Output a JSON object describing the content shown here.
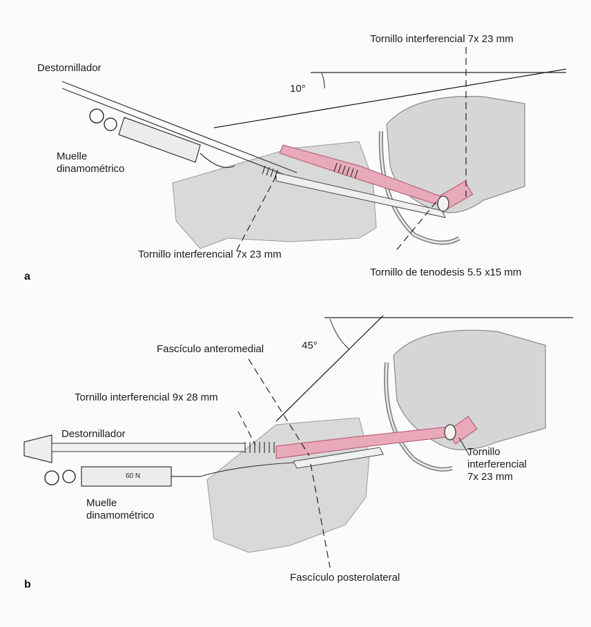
{
  "panel_a": {
    "letter": "a",
    "angle": "10°",
    "labels": {
      "screwdriver": "Destornillador",
      "spring_line1": "Muelle",
      "spring_line2": "dinamométrico",
      "screw_top": "Tornillo interferencial 7x 23 mm",
      "screw_bottom": "Tornillo interferencial 7x 23 mm",
      "tenodesis": "Tornillo de tenodesis 5.5 x15 mm"
    }
  },
  "panel_b": {
    "letter": "b",
    "angle": "45°",
    "spring_scale_text": "60 N",
    "labels": {
      "anteromedial": "Fascículo anteromedial",
      "screw_9x28": "Tornillo interferencial 9x 28 mm",
      "screwdriver": "Destornillador",
      "spring_line1": "Muelle",
      "spring_line2": "dinamométrico",
      "screw_line1": "Tornillo",
      "screw_line2": "interferencial",
      "screw_line3": "7x 23 mm",
      "posterolateral": "Fascículo posterolateral"
    }
  },
  "colors": {
    "bone": "#d9d9d9",
    "bone_dark": "#bdbdbd",
    "graft": "#e8a9b8",
    "graft_stroke": "#b0506e",
    "ink": "#222222"
  }
}
